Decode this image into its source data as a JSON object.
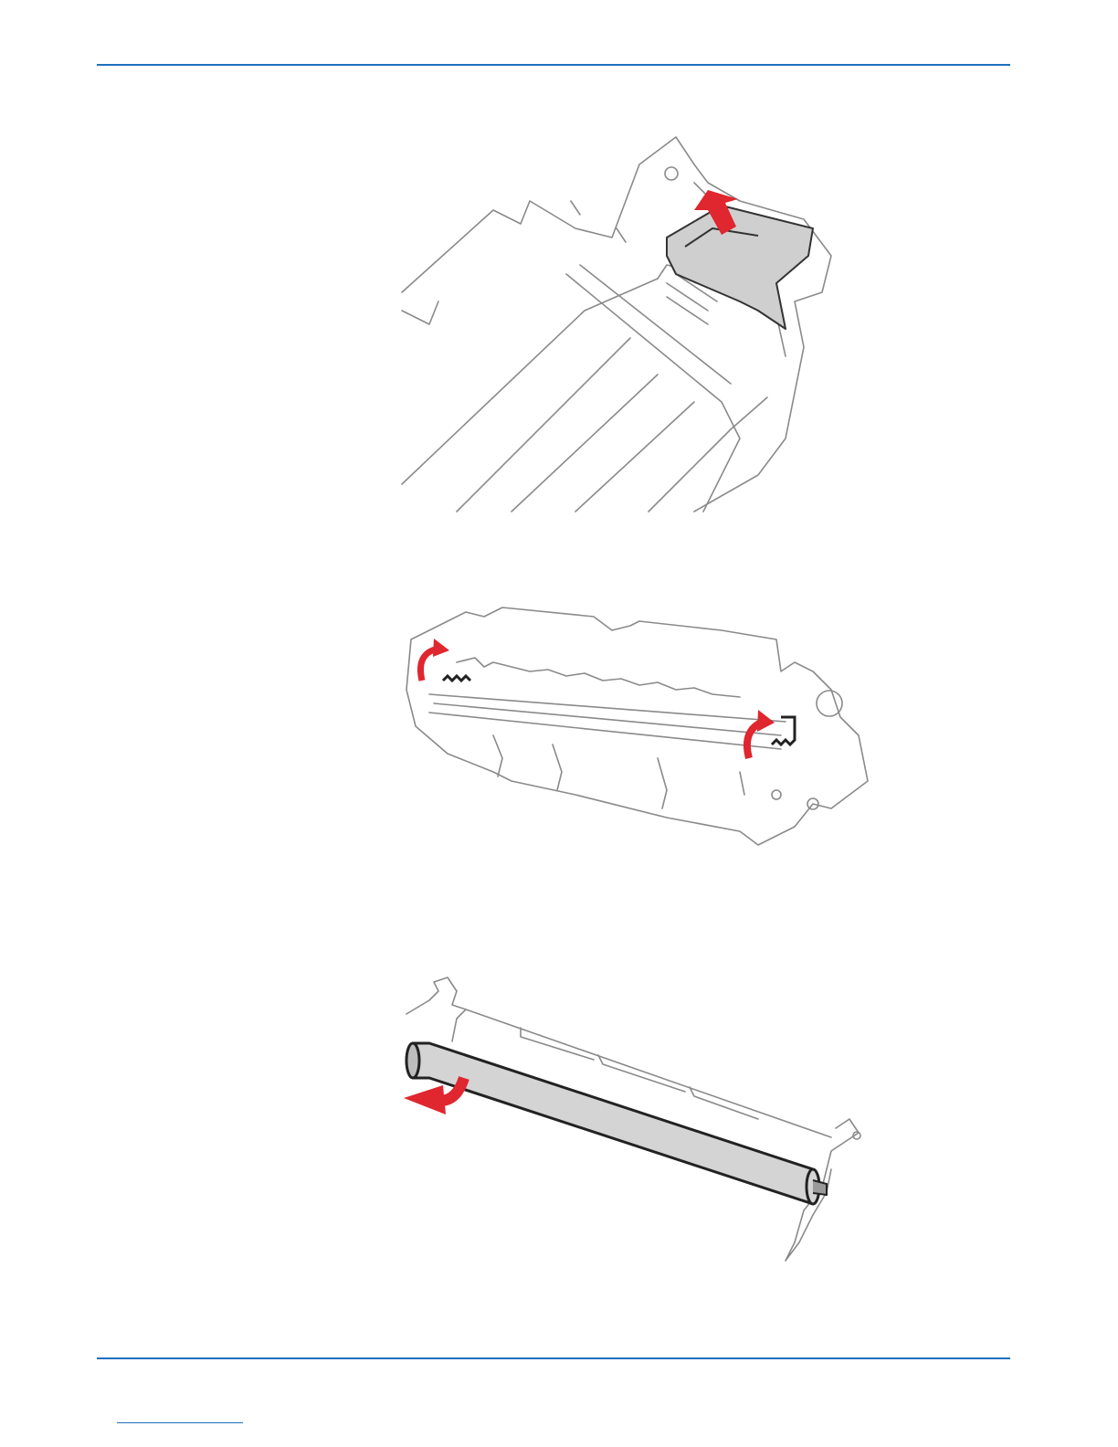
{
  "page": {
    "header_rule_color": "#1f6fbf",
    "footer_rule_color": "#1f6fbf",
    "accent_red": "#e0262e",
    "part_gray": "#cfcfcf"
  },
  "figures": [
    {
      "name": "remove-pickup-cover",
      "arrow": "up-arrow-icon"
    },
    {
      "name": "unhook-fuser-springs",
      "arrow": "curved-arrow-icon"
    },
    {
      "name": "remove-pressure-roller",
      "arrow": "curved-left-arrow-icon"
    }
  ]
}
